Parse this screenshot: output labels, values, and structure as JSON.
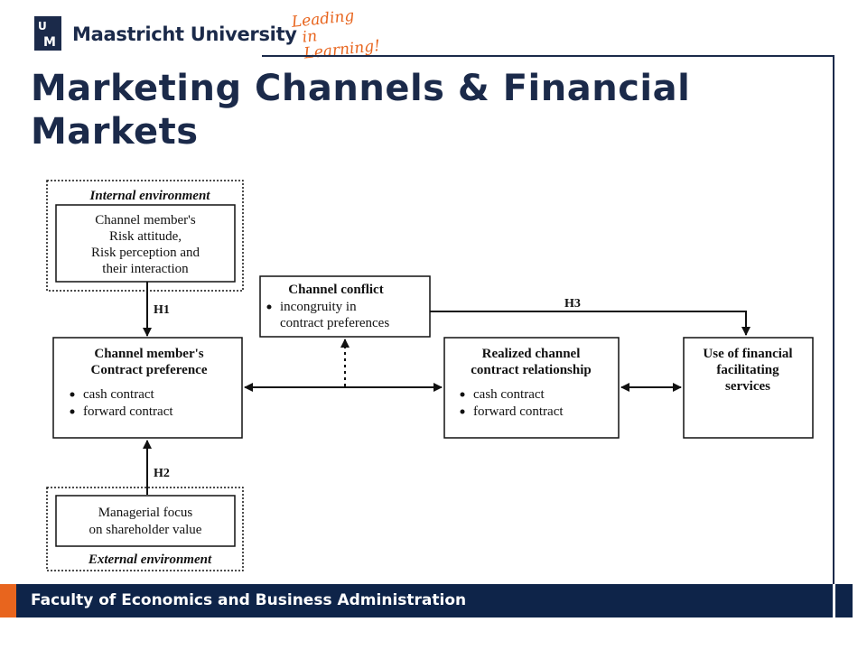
{
  "header": {
    "university": "Maastricht University",
    "tagline_line1": "Leading",
    "tagline_line2": "in Learning!",
    "logo_letters": "UM"
  },
  "title": "Marketing Channels & Financial Markets",
  "diagram": {
    "internal_env": {
      "label": "Internal environment",
      "lines": [
        "Channel member's",
        "Risk attitude,",
        "Risk perception and",
        "their interaction"
      ]
    },
    "external_env": {
      "label": "External environment",
      "lines": [
        "Managerial focus",
        "on shareholder value"
      ]
    },
    "contract_pref": {
      "title_lines": [
        "Channel member's",
        "Contract preference"
      ],
      "bullets": [
        "cash contract",
        "forward contract"
      ]
    },
    "conflict": {
      "title": "Channel conflict",
      "bullet_lines": [
        "incongruity in",
        "contract preferences"
      ]
    },
    "realized": {
      "title_lines": [
        "Realized channel",
        "contract relationship"
      ],
      "bullets": [
        "cash contract",
        "forward contract"
      ]
    },
    "financial": {
      "title_lines": [
        "Use of financial",
        "facilitating",
        "services"
      ]
    },
    "hypotheses": {
      "h1": "H1",
      "h2": "H2",
      "h3": "H3"
    }
  },
  "footer": {
    "text": "Faculty of Economics and Business Administration"
  },
  "colors": {
    "navy": "#0e2449",
    "orange": "#e8651e"
  }
}
